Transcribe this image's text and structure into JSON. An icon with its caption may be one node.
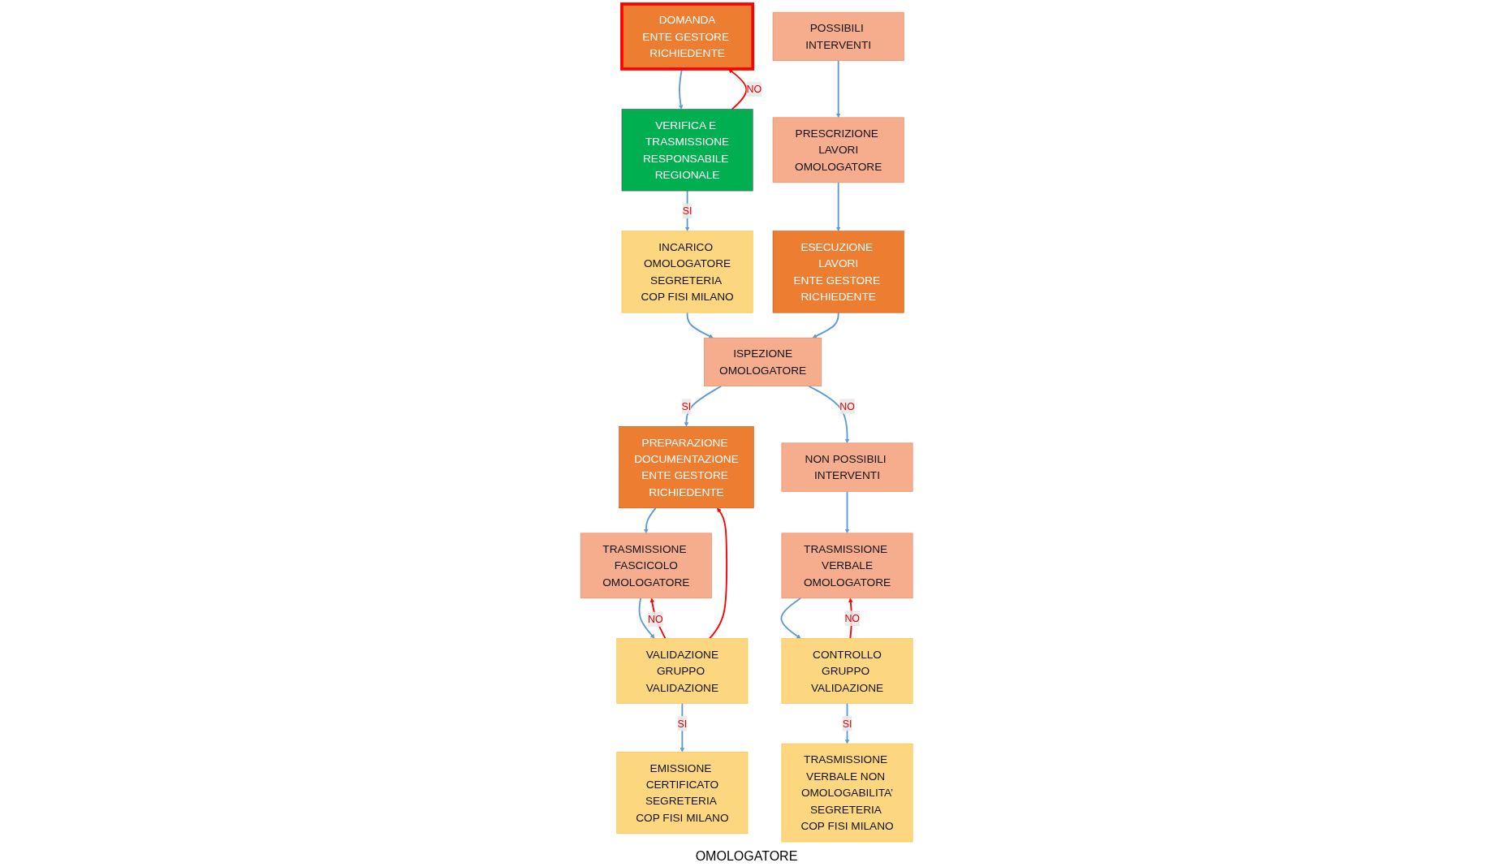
{
  "diagram": {
    "nodes": [
      {
        "text": [
          "EMISSIONE CERTIFICATO",
          "SEGRETERIA COP FISI MILANO"
        ]
      },
      {
        "text": [
          "DOMANDA",
          "ENTE GESTORE RICHIEDENTE"
        ]
      },
      {
        "text": [
          "TRASMISSIONE VERBALE NON OMOLOGABILITA’",
          "SEGRETERIA COP FISI MILANO"
        ]
      },
      {
        "text": [
          "VALIDAZIONE",
          "GRUPPO VALIDAZIONE"
        ]
      },
      {
        "text": [
          "VERIFICA E TRASMISSIONE",
          "RESPONSABILE REGIONALE"
        ]
      },
      {
        "text": [
          "CONTROLLO",
          "GRUPPO VALIDAZIONE"
        ]
      },
      {
        "text": [
          "TRASMISSIONE FASCICOLO",
          "OMOLOGATORE"
        ]
      },
      {
        "text": [
          "INCARICO OMOLOGATORE",
          "SEGRETERIA COP FISI MILANO"
        ]
      },
      {
        "text": [
          "TRASMISSIONE VERBALE",
          "OMOLOGATORE"
        ]
      },
      {
        "text": [
          "PREPARAZIONE DOCUMENTAZIONE",
          "ENTE GESTORE RICHIEDENTE"
        ]
      },
      {
        "text": [
          "ISPEZIONE",
          "OMOLOGATORE"
        ]
      },
      {
        "text": [
          "NON POSSIBILI INTERVENTI"
        ]
      },
      {
        "text": [
          "POSSIBILI INTERVENTI"
        ]
      },
      {
        "text": [
          "ESECUZIONE LAVORI",
          "ENTE GESTORE RICHIEDENTE"
        ]
      },
      {
        "text": [
          "PRESCRIZIONE LAVORI",
          "OMOLOGATORE"
        ]
      }
    ],
    "edges": [
      {
        "from": 1,
        "to": 4,
        "arrow": "to"
      },
      {
        "from": 4,
        "to": 1,
        "arrow": "to",
        "label": "NO",
        "color": "#ff0000"
      },
      {
        "from": 4,
        "to": 7,
        "arrow": "to",
        "label": "SI"
      },
      {
        "from": 7,
        "to": 10,
        "arrow": "to"
      },
      {
        "from": 10,
        "to": 9,
        "arrow": "to",
        "label": "SI"
      },
      {
        "from": 10,
        "to": 11,
        "arrow": "to",
        "label": "NO"
      },
      {
        "from": 9,
        "to": 6,
        "arrow": "to"
      },
      {
        "from": 6,
        "to": 3,
        "arrow": "to"
      },
      {
        "from": 3,
        "to": 0,
        "arrow": "to",
        "label": "SI"
      },
      {
        "from": 3,
        "to": 6,
        "arrow": "to",
        "label": "NO",
        "color": "#ff0000"
      },
      {
        "from": 3,
        "to": 9,
        "arrow": "to",
        "color": "#ff0000"
      },
      {
        "from": 11,
        "to": 8,
        "arrow": "to"
      },
      {
        "from": 8,
        "to": 5,
        "arrow": "to"
      },
      {
        "from": 5,
        "to": 2,
        "arrow": "to",
        "label": "SI"
      },
      {
        "from": 5,
        "to": 8,
        "arrow": "to",
        "label": "NO",
        "color": "#ff0000"
      },
      {
        "from": 12,
        "to": 14,
        "arrow": "to"
      },
      {
        "from": 14,
        "to": 13,
        "arrow": "to"
      },
      {
        "from": 13,
        "to": 10,
        "arrow": "to"
      }
    ],
    "labels": [
      "OMOLOGATORE"
    ]
  }
}
